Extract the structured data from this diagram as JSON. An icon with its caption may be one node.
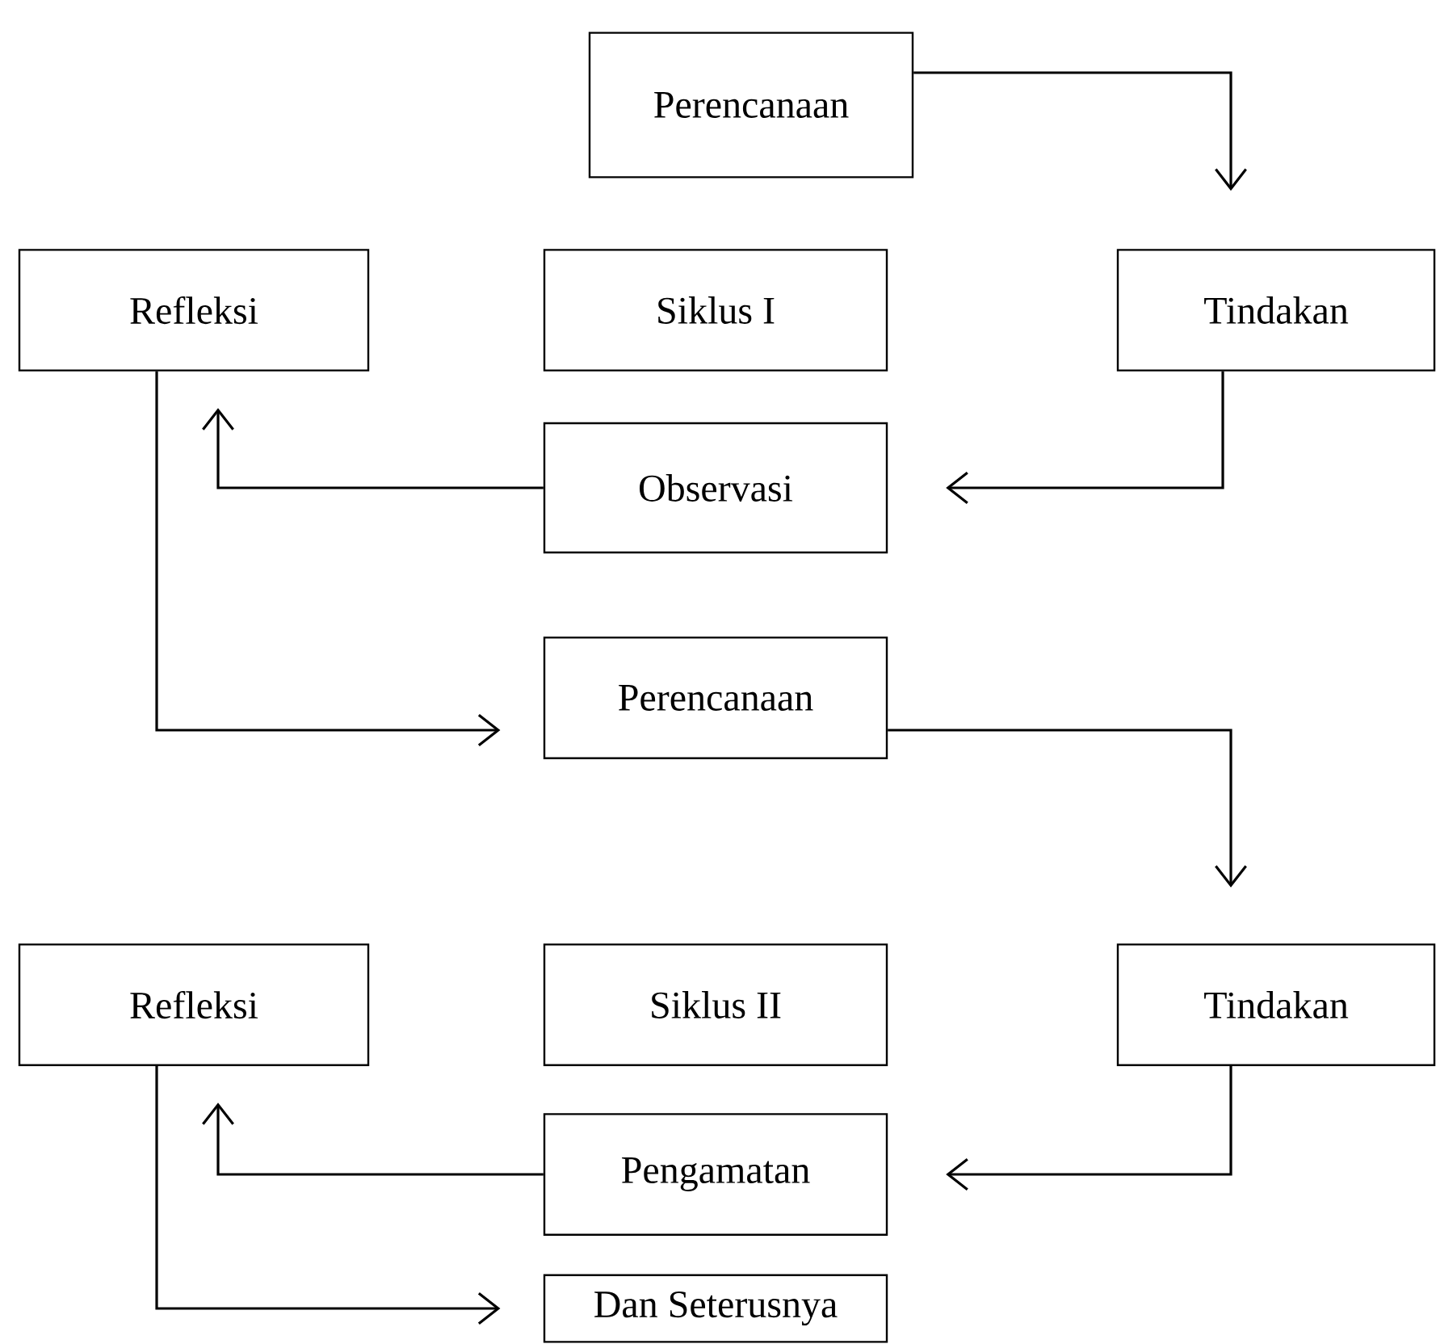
{
  "diagram": {
    "nodes": [
      {
        "text": [
          "Perencanaan"
        ]
      },
      {
        "text": [
          "Refleksi"
        ]
      },
      {
        "text": [
          "Siklus I"
        ]
      },
      {
        "text": [
          "Tindakan"
        ]
      },
      {
        "text": [
          "Observasi"
        ]
      },
      {
        "text": [
          "Perencanaan"
        ]
      },
      {
        "text": [
          "Refleksi"
        ]
      },
      {
        "text": [
          "Siklus II"
        ]
      },
      {
        "text": [
          "Tindakan"
        ]
      },
      {
        "text": [
          "Pengamatan"
        ]
      },
      {
        "text": [
          "Dan Seterusnya"
        ]
      }
    ],
    "edges": [
      {
        "from": 0,
        "to": 3,
        "arrow": "to"
      },
      {
        "from": 3,
        "to": 4,
        "arrow": "to"
      },
      {
        "from": 4,
        "to": 1,
        "arrow": "to"
      },
      {
        "from": 1,
        "to": 5,
        "arrow": "to"
      },
      {
        "from": 5,
        "to": 8,
        "arrow": "to"
      },
      {
        "from": 8,
        "to": 9,
        "arrow": "to"
      },
      {
        "from": 9,
        "to": 6,
        "arrow": "to"
      },
      {
        "from": 6,
        "to": 10,
        "arrow": "to"
      }
    ]
  }
}
